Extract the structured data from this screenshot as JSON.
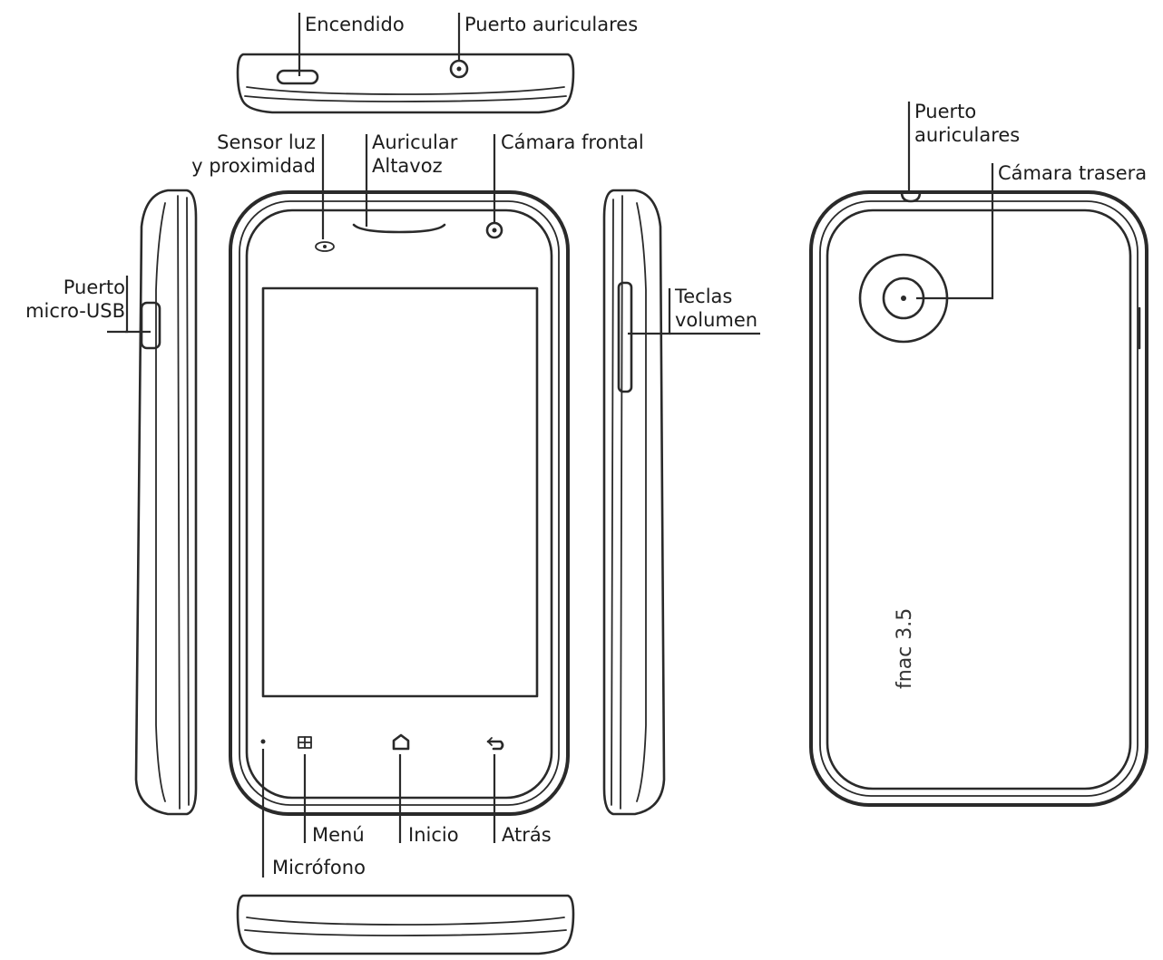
{
  "labels": {
    "encendido": "Encendido",
    "puerto_auriculares_top": "Puerto auriculares",
    "sensor_luz_line1": "Sensor luz",
    "sensor_luz_line2": "y proximidad",
    "auricular_line1": "Auricular",
    "auricular_line2": "Altavoz",
    "camara_frontal": "Cámara frontal",
    "puerto_usb_line1": "Puerto",
    "puerto_usb_line2": "micro-USB",
    "teclas_volumen_line1": "Teclas",
    "teclas_volumen_line2": "volumen",
    "menu": "Menú",
    "inicio": "Inicio",
    "atras": "Atrás",
    "microfono": "Micrófono",
    "puerto_auriculares_back_line1": "Puerto",
    "puerto_auriculares_back_line2": "auriculares",
    "camara_trasera": "Cámara trasera"
  },
  "brand_text": "fnac 3.5",
  "colors": {
    "line": "#2a2a2a",
    "text": "#1c1c1c",
    "background": "#ffffff"
  }
}
